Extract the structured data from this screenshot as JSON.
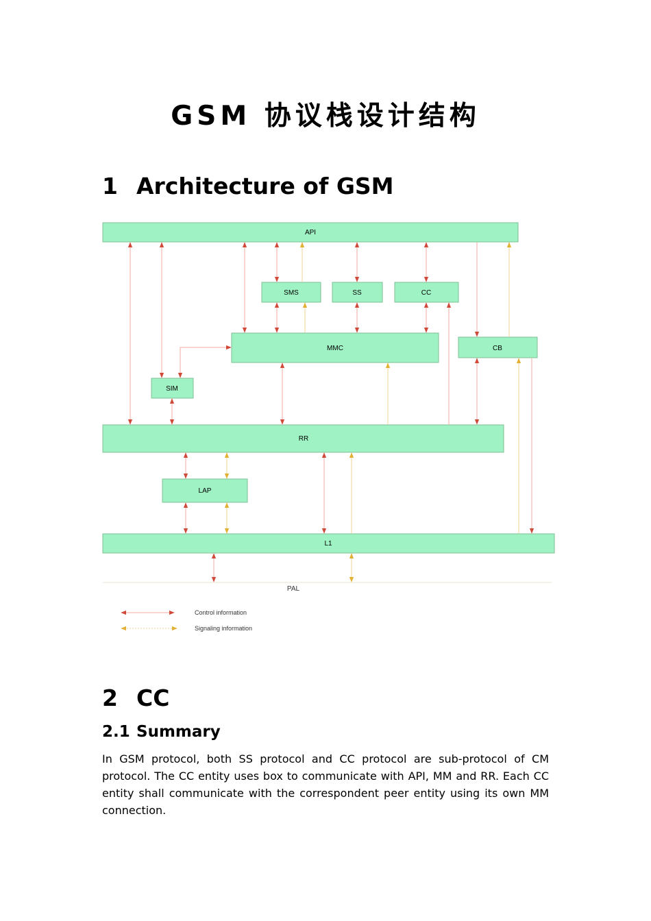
{
  "document": {
    "title": "GSM 协议栈设计结构",
    "section1": {
      "number": "1",
      "title": "Architecture of GSM"
    },
    "section2": {
      "number": "2",
      "title": "CC"
    },
    "subsection21": {
      "number": "2.1",
      "title": "Summary"
    },
    "paragraph": "In GSM protocol, both SS protocol and CC protocol are sub-protocol of CM protocol. The CC entity uses box to communicate with API, MM and RR. Each CC entity shall communicate with the correspondent peer entity using its own MM connection."
  },
  "diagram": {
    "blocks": {
      "api": "API",
      "sms": "SMS",
      "ss": "SS",
      "cc": "CC",
      "mmc": "MMC",
      "cb": "CB",
      "sim": "SIM",
      "rr": "RR",
      "lap": "LAP",
      "l1": "L1",
      "pal": "PAL"
    },
    "legend": {
      "control": "Control information",
      "signaling": "Signaling information"
    },
    "colors": {
      "block_fill": "#9ff2c3",
      "block_border": "#7fbf95",
      "control": "#d04a3a",
      "control_line": "#f3aaa0",
      "signaling": "#e2b032",
      "signaling_line": "#efd592"
    }
  }
}
